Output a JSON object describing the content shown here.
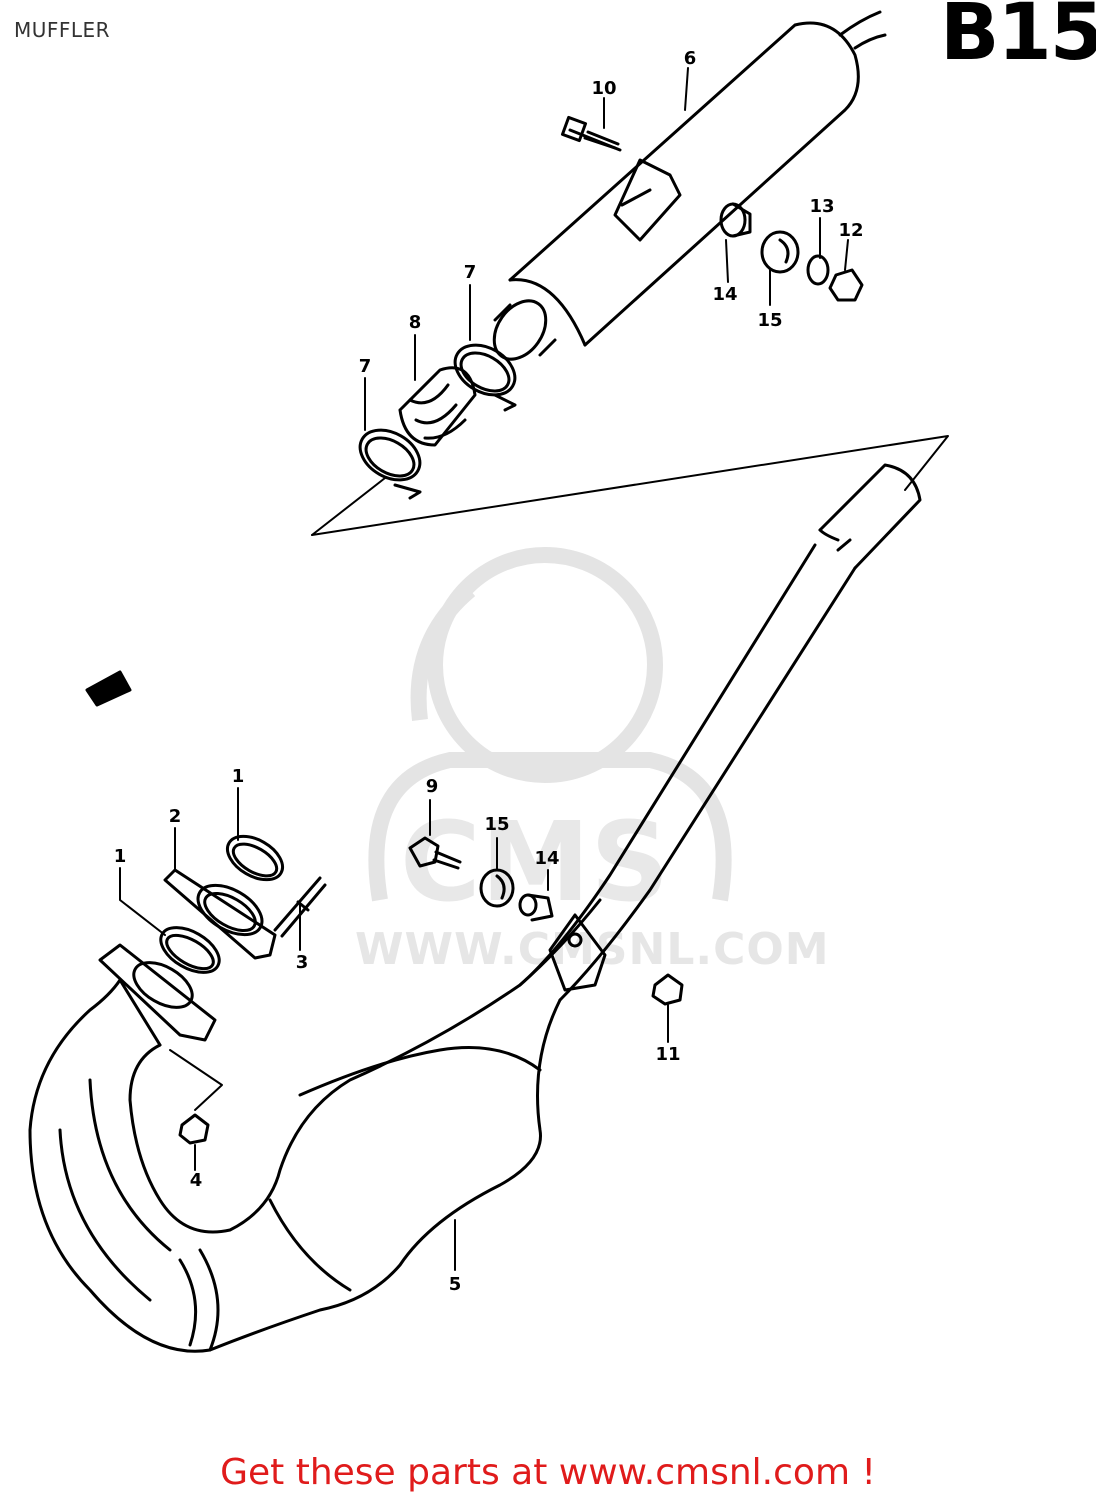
{
  "header": {
    "section_title": "MUFFLER",
    "diagram_code": "B15"
  },
  "watermark": {
    "url_text": "WWW.CMSNL.COM"
  },
  "callouts": [
    {
      "id": "c6",
      "label": "6"
    },
    {
      "id": "c10",
      "label": "10"
    },
    {
      "id": "c13",
      "label": "13"
    },
    {
      "id": "c12",
      "label": "12"
    },
    {
      "id": "c14a",
      "label": "14"
    },
    {
      "id": "c15a",
      "label": "15"
    },
    {
      "id": "c7a",
      "label": "7"
    },
    {
      "id": "c8",
      "label": "8"
    },
    {
      "id": "c7b",
      "label": "7"
    },
    {
      "id": "c1a",
      "label": "1"
    },
    {
      "id": "c2",
      "label": "2"
    },
    {
      "id": "c1b",
      "label": "1"
    },
    {
      "id": "c3",
      "label": "3"
    },
    {
      "id": "c9",
      "label": "9"
    },
    {
      "id": "c15b",
      "label": "15"
    },
    {
      "id": "c14b",
      "label": "14"
    },
    {
      "id": "c11",
      "label": "11"
    },
    {
      "id": "c4",
      "label": "4"
    },
    {
      "id": "c5",
      "label": "5"
    }
  ],
  "footer": {
    "text": "Get these parts at www.cmsnl.com !"
  }
}
